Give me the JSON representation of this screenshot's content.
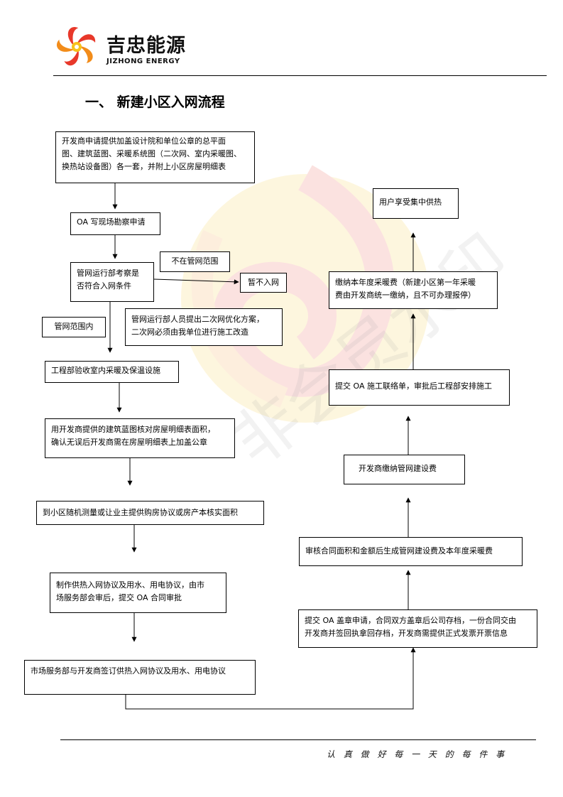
{
  "header": {
    "brand_cn": "吉忠能源",
    "brand_en": "JIZHONG ENERGY",
    "logo_icon": "pinwheel-logo-icon",
    "colors": {
      "red": "#e8382a",
      "orange": "#f28c1a",
      "yellow": "#f7c21b"
    }
  },
  "section_title": "一、 新建小区入网流程",
  "watermark": {
    "text": "非会员水印"
  },
  "flow": {
    "left": {
      "step1": [
        "开发商申请提供加盖设计院和单位公章的总平面",
        "图、建筑蓝图、采暖系统图（二次网、室内采暖图、",
        "换热站设备图）各一套，并附上小区房屋明细表"
      ],
      "step2": "OA 写现场勘察申请",
      "step3": [
        "管网运行部考察是",
        "否符合入网条件"
      ],
      "branch_no_label": "不在管网范围",
      "branch_no_result": "暂不入网",
      "branch_yes_label": "管网范围内",
      "note_optimize": [
        "管网运行部人员提出二次网优化方案，",
        "二次网必须由我单位进行施工改造"
      ],
      "step4": "工程部验收室内采暖及保温设施",
      "step5": [
        "用开发商提供的建筑蓝图核对房屋明细表面积，",
        "确认无误后开发商需在房屋明细表上加盖公章"
      ],
      "step6": "到小区随机测量或让业主提供购房协议或房产本核实面积",
      "step7": [
        "制作供热入网协议及用水、用电协议，由市",
        "场服务部会审后，提交 OA 合同审批"
      ],
      "step8": "市场服务部与开发商签订供热入网协议及用水、用电协议"
    },
    "right": {
      "step9": [
        "提交 OA 盖章申请，合同双方盖章后公司存档，一份合同交由",
        "开发商并签回执拿回存档，开发商需提供正式发票开票信息"
      ],
      "step10": "审核合同面积和金额后生成管网建设费及本年度采暖费",
      "step11": "开发商缴纳管网建设费",
      "step12": "提交 OA 施工联络单，审批后工程部安排施工",
      "step13": [
        "缴纳本年度采暖费（新建小区第一年采暖",
        "费由开发商统一缴纳，且不可办理报停）"
      ],
      "step14": "用户享受集中供热"
    }
  },
  "footer": {
    "slogan": "认 真 做 好 每 一 天 的 每 件 事"
  }
}
